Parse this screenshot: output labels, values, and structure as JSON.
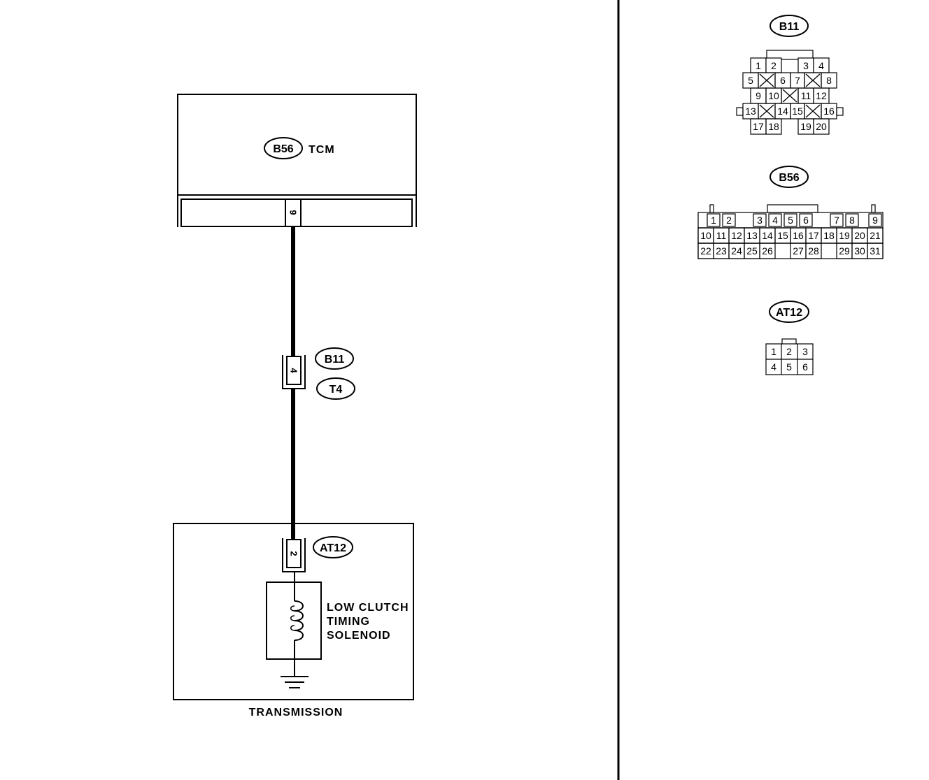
{
  "tcm": {
    "connector": "B56",
    "label": "TCM",
    "pin": "9"
  },
  "joint": {
    "connector_a": "B11",
    "connector_b": "T4",
    "pin": "4"
  },
  "transmission": {
    "label": "TRANSMISSION",
    "connector": "AT12",
    "pin": "2",
    "solenoid_lines": [
      "LOW CLUTCH",
      "TIMING",
      "SOLENOID"
    ]
  },
  "connectors": {
    "b11": {
      "title": "B11",
      "rows": [
        [
          "1",
          "2",
          "",
          "3",
          "4"
        ],
        [
          "5",
          "X",
          "6",
          "7",
          "X",
          "8"
        ],
        [
          "9",
          "10",
          "X",
          "11",
          "12"
        ],
        [
          "13",
          "X",
          "14",
          "15",
          "X",
          "16"
        ],
        [
          "17",
          "18",
          "",
          "19",
          "20"
        ]
      ]
    },
    "b56": {
      "title": "B56",
      "rows": [
        [
          "1",
          "2",
          "3",
          "4",
          "5",
          "6",
          "7",
          "8",
          "9"
        ],
        [
          "10",
          "11",
          "12",
          "13",
          "14",
          "15",
          "16",
          "17",
          "18",
          "19",
          "20",
          "21"
        ],
        [
          "22",
          "23",
          "24",
          "25",
          "26",
          "27",
          "28",
          "29",
          "30",
          "31"
        ]
      ]
    },
    "at12": {
      "title": "AT12",
      "rows": [
        [
          "1",
          "2",
          "3"
        ],
        [
          "4",
          "5",
          "6"
        ]
      ]
    }
  }
}
